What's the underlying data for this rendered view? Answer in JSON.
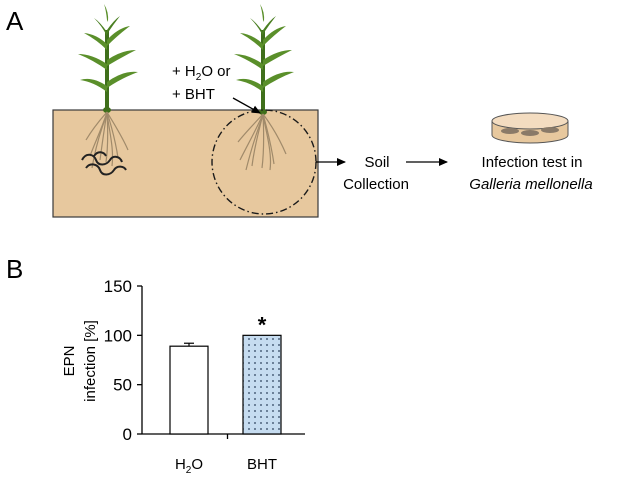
{
  "panel_a": {
    "label": "A",
    "treatment_line1_prefix": "+ H",
    "treatment_line1_sub": "2",
    "treatment_line1_suffix": "O or",
    "treatment_line2": "+ BHT",
    "step_soil_line1": "Soil",
    "step_soil_line2": "Collection",
    "step_test_line1": "Infection test in",
    "step_test_line2": "Galleria mellonella",
    "colors": {
      "soil": "#e7c89e",
      "soil_edge": "#3a3a3a",
      "leaf": "#5a8f2a",
      "leaf_dark": "#3f6f1b",
      "root": "#a08a6a",
      "dish_fill": "#e7c89e",
      "dish_edge": "#555555",
      "larva": "#8a7a68"
    }
  },
  "panel_b": {
    "label": "B",
    "significance_marker": "*",
    "ylabel_line1": "EPN",
    "ylabel_line2": "infection [%]",
    "cat1_prefix": "H",
    "cat1_sub": "2",
    "cat1_suffix": "O",
    "cat2": "BHT",
    "ytick_labels": [
      "0",
      "50",
      "100",
      "150"
    ]
  },
  "chart_data": {
    "type": "bar",
    "categories": [
      "H2O",
      "BHT"
    ],
    "values": [
      89,
      100
    ],
    "errors": [
      3,
      0
    ],
    "ylabel": "EPN infection [%]",
    "ylim": [
      0,
      150
    ],
    "yticks": [
      0,
      50,
      100,
      150
    ],
    "grid": false,
    "bar_styles": [
      {
        "fill": "#ffffff",
        "pattern": "none"
      },
      {
        "fill": "#c6dcf0",
        "pattern": "dots"
      }
    ]
  }
}
